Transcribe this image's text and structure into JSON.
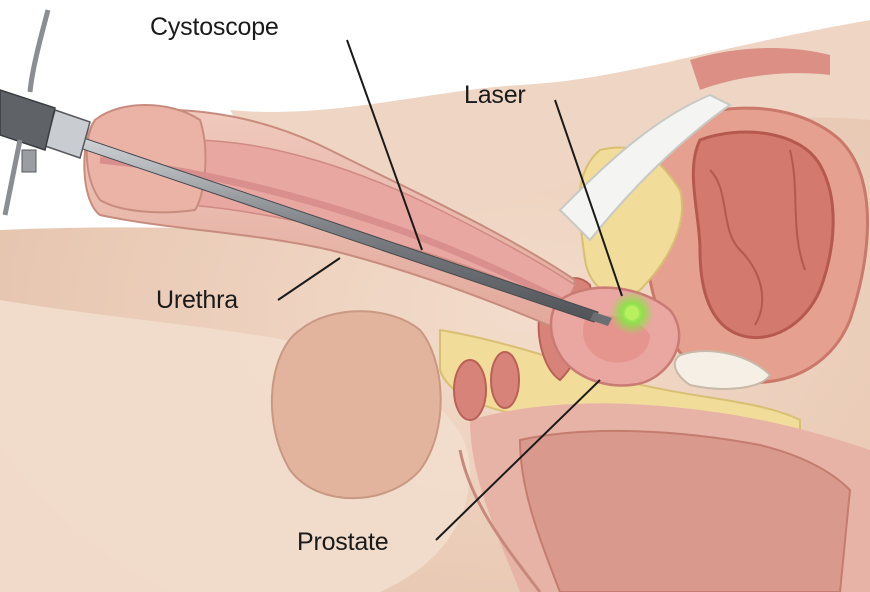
{
  "labels": {
    "cystoscope": "Cystoscope",
    "laser": "Laser",
    "urethra": "Urethra",
    "prostate": "Prostate"
  },
  "colors": {
    "skin": "#ecd0bd",
    "tissue_pink": "#e9a7a1",
    "urethra_lumen": "#d98f8d",
    "muscle": "#d8837a",
    "fat": "#f1dc9a",
    "bladder_wall": "#e6a08f",
    "bladder_inner": "#d4796e",
    "instrument": "#8e9296",
    "laser_glow": "#8fe04a",
    "leader_line": "#1a1a1a"
  }
}
